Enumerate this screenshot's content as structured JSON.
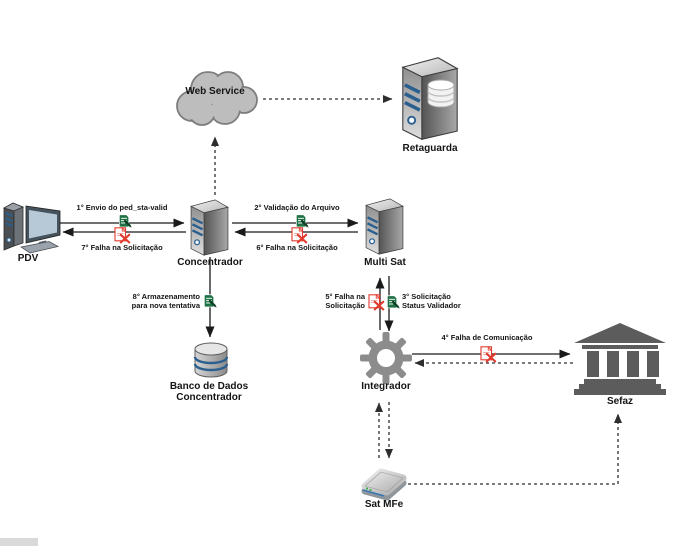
{
  "nodes": {
    "pdv": {
      "label": "PDV"
    },
    "concentrador": {
      "label": "Concentrador"
    },
    "web_service": {
      "label": "Web Service"
    },
    "retaguarda": {
      "label": "Retaguarda"
    },
    "multisat": {
      "label": "Multi Sat"
    },
    "banco": {
      "label_line1": "Banco de Dados",
      "label_line2": "Concentrador"
    },
    "integrador": {
      "label": "Integrador"
    },
    "sefaz": {
      "label": "Sefaz"
    },
    "sat_mfe": {
      "label": "Sat MFe"
    }
  },
  "edges": {
    "e1": {
      "label": "1° Envio do ped_sta-valid",
      "icon": "document-edit-icon"
    },
    "e2": {
      "label": "2° Validação do Arquivo",
      "icon": "document-edit-icon"
    },
    "e3": {
      "label_line1": "3° Solicitação",
      "label_line2": "Status Validador",
      "icon": "document-edit-icon"
    },
    "e4": {
      "label": "4° Falha de Comunicação",
      "icon": "document-error-icon"
    },
    "e5": {
      "label_line1": "5° Falha na",
      "label_line2": "Solicitação",
      "icon": "document-error-icon"
    },
    "e6": {
      "label": "6° Falha na Solicitação",
      "icon": "document-error-icon"
    },
    "e7": {
      "label": "7° Falha na Solicitação",
      "icon": "document-error-icon"
    },
    "e8": {
      "label_line1": "8° Armazenamento",
      "label_line2": "para nova tentativa",
      "icon": "document-edit-icon"
    }
  },
  "colors": {
    "accent_blue": "#2b5f8e",
    "success_green": "#1e7145",
    "error_red": "#e23a2e",
    "gear_gray": "#8c8c8c",
    "building_gray": "#5c5c5c",
    "line_black": "#1a1a1a"
  }
}
